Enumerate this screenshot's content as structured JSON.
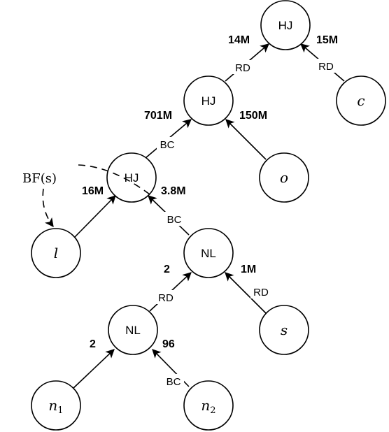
{
  "nodes": {
    "hj_root": {
      "label": "HJ"
    },
    "hj_mid": {
      "label": "HJ"
    },
    "hj_low": {
      "label": "HJ"
    },
    "nl_upper": {
      "label": "NL"
    },
    "nl_lower": {
      "label": "NL"
    },
    "c": {
      "label": "c"
    },
    "o": {
      "label": "o"
    },
    "l": {
      "label": "l"
    },
    "s": {
      "label": "s"
    },
    "n1": {
      "label": "n",
      "sub": "1"
    },
    "n2": {
      "label": "n",
      "sub": "2"
    }
  },
  "edges": {
    "hj_mid_to_root": {
      "tag": "RD",
      "card": "14M"
    },
    "c_to_root": {
      "tag": "RD",
      "card": "15M"
    },
    "hj_low_to_mid": {
      "tag": "BC",
      "card": "701M"
    },
    "o_to_mid": {
      "card": "150M"
    },
    "l_to_low": {
      "card": "16M"
    },
    "nl_upper_to_low": {
      "tag": "BC",
      "card": "3.8M"
    },
    "nl_lower_to_upper": {
      "tag": "RD",
      "card": "2"
    },
    "s_to_upper": {
      "tag": "RD",
      "card": "1M"
    },
    "n1_to_lower": {
      "card": "2"
    },
    "n2_to_lower": {
      "tag": "BC",
      "card": "96"
    }
  },
  "bf": {
    "label": "BF(s)"
  },
  "colors": {
    "stroke": "#000000",
    "fill": "#ffffff"
  }
}
